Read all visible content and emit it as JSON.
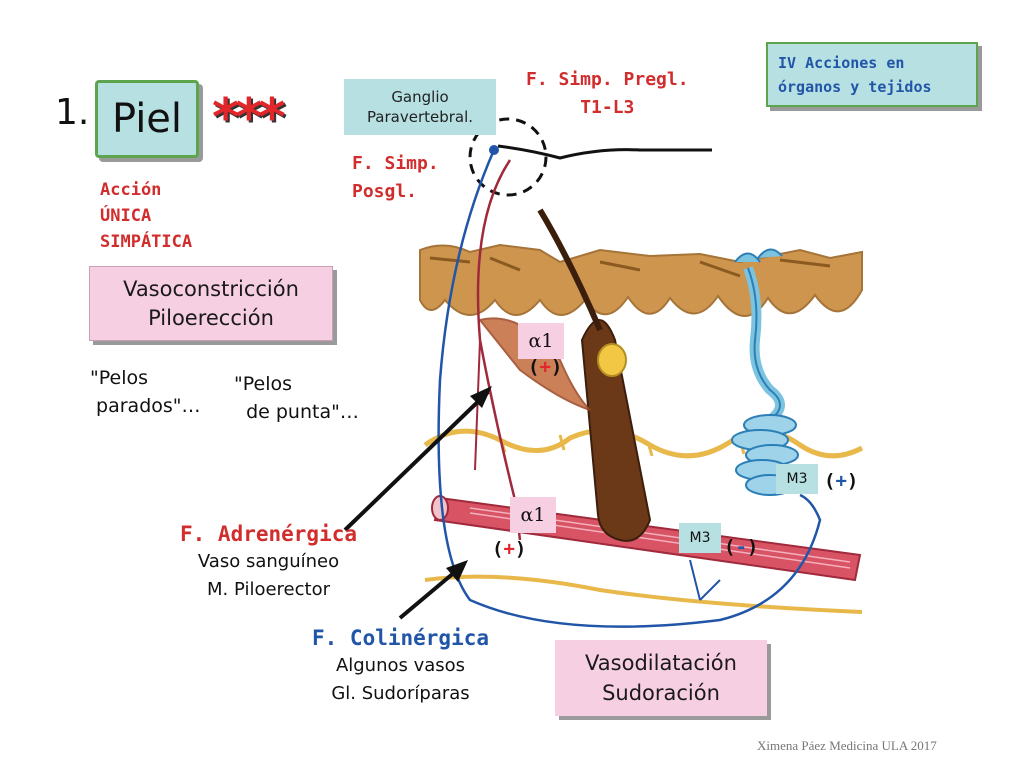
{
  "title": {
    "number": "1.",
    "label": "Piel",
    "stars": "***"
  },
  "accion": [
    "Acción",
    "ÚNICA",
    "SIMPÁTICA"
  ],
  "vaso_box": [
    "Vasoconstricción",
    "Piloerección"
  ],
  "pelos": {
    "left": [
      "\"Pelos",
      " parados\"…"
    ],
    "right": [
      "\"Pelos",
      "  de punta\"…"
    ]
  },
  "ganglio": [
    "Ganglio",
    "Paravertebral."
  ],
  "fsimp_pregl": [
    "F. Simp. Pregl.",
    "T1-L3"
  ],
  "fsimp_posgl": [
    "F. Simp.",
    "Posgl."
  ],
  "iv_box": [
    "IV Acciones en",
    "órganos y tejidos"
  ],
  "receptors": {
    "alpha_top": "α1",
    "alpha_bot": "α1",
    "m3_right": "M3",
    "m3_mid": "M3",
    "sign_plus": "+",
    "sign_minus": "-",
    "paren_open": "(",
    "paren_close": ")"
  },
  "f_adrenergica": {
    "title": "F. Adrenérgica",
    "lines": [
      "Vaso sanguíneo",
      "M. Piloerector"
    ]
  },
  "f_colinergica": {
    "title": "F. Colinérgica",
    "lines": [
      "Algunos vasos",
      "Gl. Sudoríparas"
    ]
  },
  "vdil_box": [
    "Vasodilatación",
    "Sudoración"
  ],
  "credit": "Ximena Páez Medicina ULA 2017",
  "colors": {
    "red": "#e2272b",
    "blue": "#2155a8",
    "cyan_box": "#b7e0e3",
    "pink_box": "#f7cfe2",
    "green_border": "#5da44e"
  }
}
